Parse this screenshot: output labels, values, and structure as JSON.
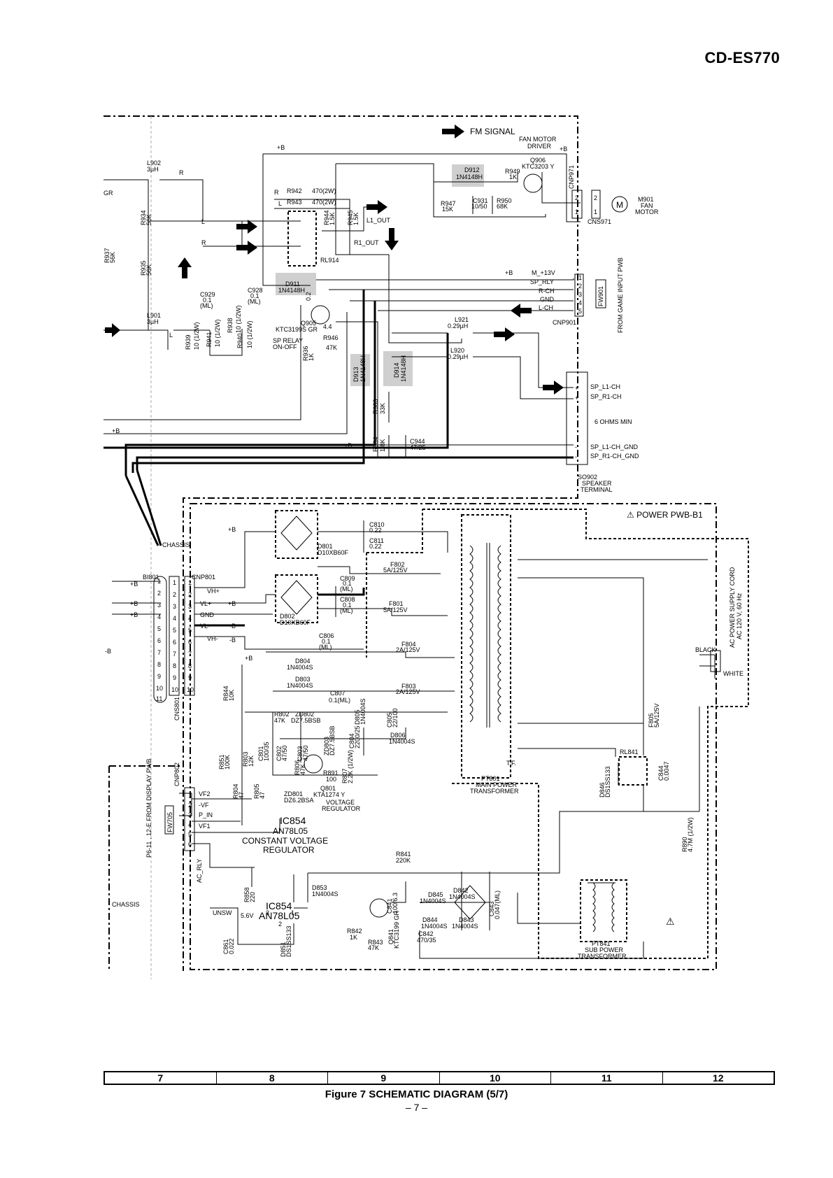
{
  "model": "CD-ES770",
  "grid_columns": [
    "7",
    "8",
    "9",
    "10",
    "11",
    "12"
  ],
  "caption": "Figure 7 SCHEMATIC DIAGRAM (5/7)",
  "page_number": "– 7 –",
  "labels": {
    "fm_signal": "FM SIGNAL",
    "fan_motor_driver_1": "FAN MOTOR",
    "fan_motor_driver_2": "DRIVER",
    "d912_ref": "D912",
    "d912_part": "1N4148H",
    "r949_ref": "R949",
    "r949_val": "1K",
    "q906_ref": "Q906",
    "q906_part": "KTC3203 Y",
    "cnp971": "CNP971",
    "m901_ref": "M901",
    "m901_1": "FAN",
    "m901_2": "MOTOR",
    "cns971": "CNS971",
    "motor_m": "M",
    "l902_ref": "L902",
    "l902_val": "3µH",
    "r942": "R942",
    "r942_val": "470(2W)",
    "r943": "R943",
    "r943_val": "470(2W)",
    "r947_ref": "R947",
    "r947_val": "15K",
    "c931_ref": "C931",
    "c931_val": "10/50",
    "r950_ref": "R950",
    "r950_val": "68K",
    "r944_ref": "R944",
    "r944_val": "1.5K",
    "r945_ref": "R945",
    "r945_val": "1.5K",
    "l1_out": "L1_OUT",
    "r1_out": "R1_OUT",
    "rl914": "RL914",
    "d911_ref": "D911",
    "d911_part": "1N4148H",
    "r934_ref": "R934",
    "r934_val": "56K",
    "r935_ref": "R935",
    "r935_val": "56K",
    "r937_ref": "R937",
    "r937_val": "56K",
    "c929_ref": "C929",
    "c929_val": "0.1",
    "c929_ml": "(ML)",
    "c928_ref": "C928",
    "c928_val": "0.1",
    "c928_ml": "(ML)",
    "l901_ref": "L901",
    "l901_val": "3µH",
    "r939_ref": "R939",
    "r939_val": "10 (1/2W)",
    "r941_ref": "R941",
    "r941_val": "10 (1/2W)",
    "r938_ref": "R938",
    "r938_val": "10 (1/2W)",
    "r940_ref": "R940",
    "r940_val": "10 (1/2W)",
    "q905_ref": "Q905",
    "q905_part": "KTC3199S GR",
    "q905_v1": "0.2",
    "q905_v2": "4.4",
    "sp_relay_1": "SP RELAY",
    "sp_relay_2": "ON-OFF",
    "r946_ref": "R946",
    "r946_val": "47K",
    "r936_ref": "R936",
    "r936_val": "1K",
    "d913_ref": "D913",
    "d913_part": "1N4148H",
    "d914_ref": "D914",
    "d914_part": "1N4148H",
    "r983_ref": "R983",
    "r983_val": "33K",
    "r984_ref": "R984",
    "r984_val": "1.8K",
    "c944_ref": "C944",
    "c944_val": "47/25",
    "m13v": "M_+13V",
    "sp_rly": "SP_RLY",
    "r_ch": "R-CH",
    "gnd": "GND",
    "l_ch": "L-CH",
    "fw901": "FW901",
    "cnp901": "CNP901",
    "from_game": "FROM GAME INPUT PWB",
    "l921_ref": "L921",
    "l921_val": "0.29µH",
    "l920_ref": "L920",
    "l920_val": "0.29µH",
    "sp_l1_ch": "SP_L1-CH",
    "sp_r1_ch": "SP_R1-CH",
    "ohms_min": "6  OHMS  MIN",
    "sp_l1_gnd": "SP_L1-CH_GND",
    "sp_r1_gnd": "SP_R1-CH_GND",
    "so902_1": "SO902",
    "so902_2": "SPEAKER",
    "so902_3": "TERMINAL",
    "power_pwb": "⚠ POWER PWB-B1",
    "chassis_top": "CHASSIS",
    "chassis_bottom": "CHASSIS",
    "bi801": "BI801",
    "cnp801": "CNP801",
    "cns801": "CNS801",
    "vh_plus": "VH+",
    "vl_plus": "VL+",
    "gnd_p": "GND",
    "vl_minus": "VL-",
    "vh_minus": "VH-",
    "plus_b": "+B",
    "minus_b": "-B",
    "gr": "GR",
    "r": "R",
    "l": "L",
    "d801_ref": "D801",
    "d801_part": "D10XB60F",
    "d802_ref": "D802",
    "d802_part": "D10XB60F",
    "c810_ref": "C810",
    "c810_val": "0.22",
    "c811_ref": "C811",
    "c811_val": "0.22",
    "f802_ref": "F802",
    "f802_val": "5A/125V",
    "f801_ref": "F801",
    "f801_val": "5A/125V",
    "c809_ref": "C809",
    "c809_val": "0.1",
    "c809_ml": "(ML)",
    "c808_ref": "C808",
    "c808_val": "0.1",
    "c808_ml": "(ML)",
    "c806_ref": "C806",
    "c806_val": "0.1",
    "c806_ml": "(ML)",
    "f804_ref": "F804",
    "f804_val": "2A/125V",
    "f803_ref": "F803",
    "f803_val": "2A/125V",
    "d804_ref": "D804",
    "d804_part": "1N4004S",
    "d803_ref": "D803",
    "d803_part": "1N4004S",
    "c807_ref": "C807",
    "c807_val": "0.1(ML)",
    "r844_ref": "R844",
    "r844_val": "10K",
    "r802_ref": "R802",
    "r802_val": "47K",
    "zd802_ref": "ZD802",
    "zd802_part": "DZ7.5BSB",
    "d805_ref": "D805",
    "d805_part": "1N4004S",
    "c804_ref": "C804",
    "c804_val": "2200/25",
    "c805_ref": "C805",
    "c805_val": "22/100",
    "d806_ref": "D806",
    "d806_part": "1N4004S",
    "r851_ref": "R851",
    "r851_val": "100K",
    "r803_ref": "R803",
    "r803_val": "12K",
    "c801_ref": "C801",
    "c801_val": "100/35",
    "c802_ref": "C802",
    "c802_val": "47/50",
    "c803_ref": "C803",
    "c803_val": "47/50",
    "zd803_ref": "ZD803",
    "zd803_part": "DZ7.5BSB",
    "r806_ref": "R806",
    "r806_val": "47K",
    "r891_ref": "R891",
    "r891_val": "100",
    "r804_ref": "R804",
    "r804_val": "47",
    "r805_ref": "R805",
    "r805_val": "47",
    "r807_ref": "R807",
    "r807_val": "2.2K (1/2W)",
    "q801_ref": "Q801",
    "q801_part": "KTA1274 Y",
    "zd801_ref": "ZD801",
    "zd801_part": "DZ6.2BSA",
    "volt_reg_1": "VOLTAGE",
    "volt_reg_2": "REGULATOR",
    "pt801_ref": "PT801",
    "pt801_1": "MAIN POWER",
    "pt801_2": "TRANSFORMER",
    "tf": "T.F.",
    "cnp802": "CNP802",
    "vf2": "VF2",
    "vf_minus": "-VF",
    "p_in": "P_IN",
    "vf1": "VF1",
    "fw705": "FW705",
    "from_display": "P6-11 , 12-E FROM DISPLAY PWB",
    "ac_rly": "AC_RLY",
    "ic854_a_ref": "IC854",
    "ic854_a_part": "AN78L05",
    "cv_reg_1": "CONSTANT VOLTAGE",
    "cv_reg_2": "REGULATOR",
    "r841_ref": "R841",
    "r841_val": "220K",
    "r858_ref": "R858",
    "r858_val": "220",
    "d853_ref": "D853",
    "d853_part": "1N4004S",
    "unsw": "UNSW",
    "v56": "5.6V",
    "ic854_b_ref": "IC854",
    "ic854_b_part": "AN78L05",
    "c861_ref": "C861",
    "c861_val": "0.022",
    "d851_ref": "D851",
    "d851_part": "DS1SS133",
    "c841_ref": "C841",
    "c841_val": "100/6.3",
    "d845_ref": "D845",
    "d845_part": "1N4004S",
    "d842_ref": "D842",
    "d842_part": "1N4004S",
    "d844_ref": "D844",
    "d844_part": "1N4004S",
    "d843_ref": "D843",
    "d843_part": "1N4004S",
    "c843_ref": "C843",
    "c843_val": "0.047(ML)",
    "c842_ref": "C842",
    "c842_val": "470/35",
    "r842_ref": "R842",
    "r842_val": "1K",
    "r843_ref": "R843",
    "r843_val": "47K",
    "q841_ref": "Q841",
    "q841_part": "KTC3199 GR",
    "pt841_ref": "PT841",
    "pt841_1": "SUB POWER",
    "pt841_2": "TRANSFORMER",
    "rl841": "RL841",
    "d846_ref": "D846",
    "d846_part": "DS1SS133",
    "c844_ref": "C844",
    "c844_val": "0.0047",
    "f805_ref": "F805",
    "f805_val": "5A/125V",
    "r890_ref": "R890",
    "r890_val": "4.7M (1/2W)",
    "black": "BLACK",
    "white": "WHITE",
    "ac_cord_1": "AC POWER SUPPLY CORD",
    "ac_cord_2": "AC 120 V, 60 Hz",
    "warn": "⚠",
    "pin1": "1",
    "pin2": "2",
    "pin3": "3",
    "pin4": "4",
    "pin5": "5",
    "pin6": "6",
    "pin7": "7",
    "pin8": "8",
    "pin9": "9",
    "pin10": "10",
    "pin11": "11",
    "plus": "+",
    "minus": "-"
  }
}
